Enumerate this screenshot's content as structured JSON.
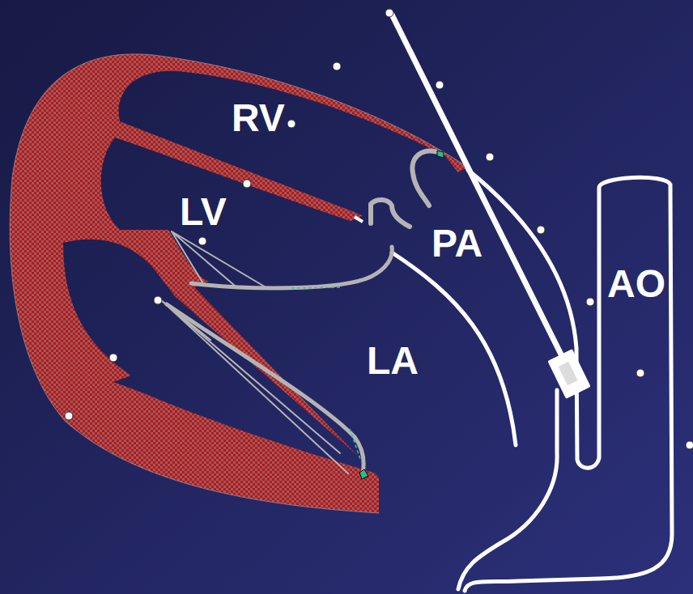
{
  "diagram": {
    "labels": [
      "RV",
      "LV",
      "PA",
      "LA",
      "AO"
    ]
  }
}
